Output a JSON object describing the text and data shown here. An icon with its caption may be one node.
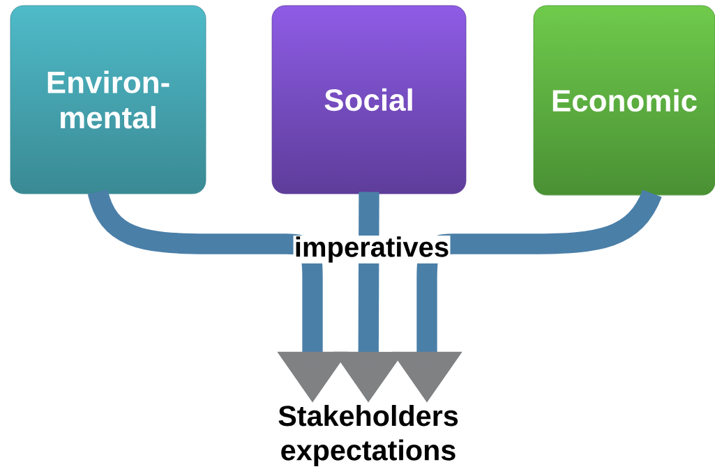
{
  "diagram": {
    "nodes": [
      {
        "text": [
          "Environ- mental"
        ]
      },
      {
        "text": [
          "Social"
        ]
      },
      {
        "text": [
          "Economic"
        ]
      },
      {
        "text": [
          "Stakeholders expectations"
        ]
      }
    ],
    "edges": [
      {
        "from": 0,
        "to": 3,
        "arrow": "to"
      },
      {
        "from": 1,
        "to": 3,
        "arrow": "to",
        "label": "imperatives"
      },
      {
        "from": 2,
        "to": 3,
        "arrow": "to"
      }
    ]
  }
}
